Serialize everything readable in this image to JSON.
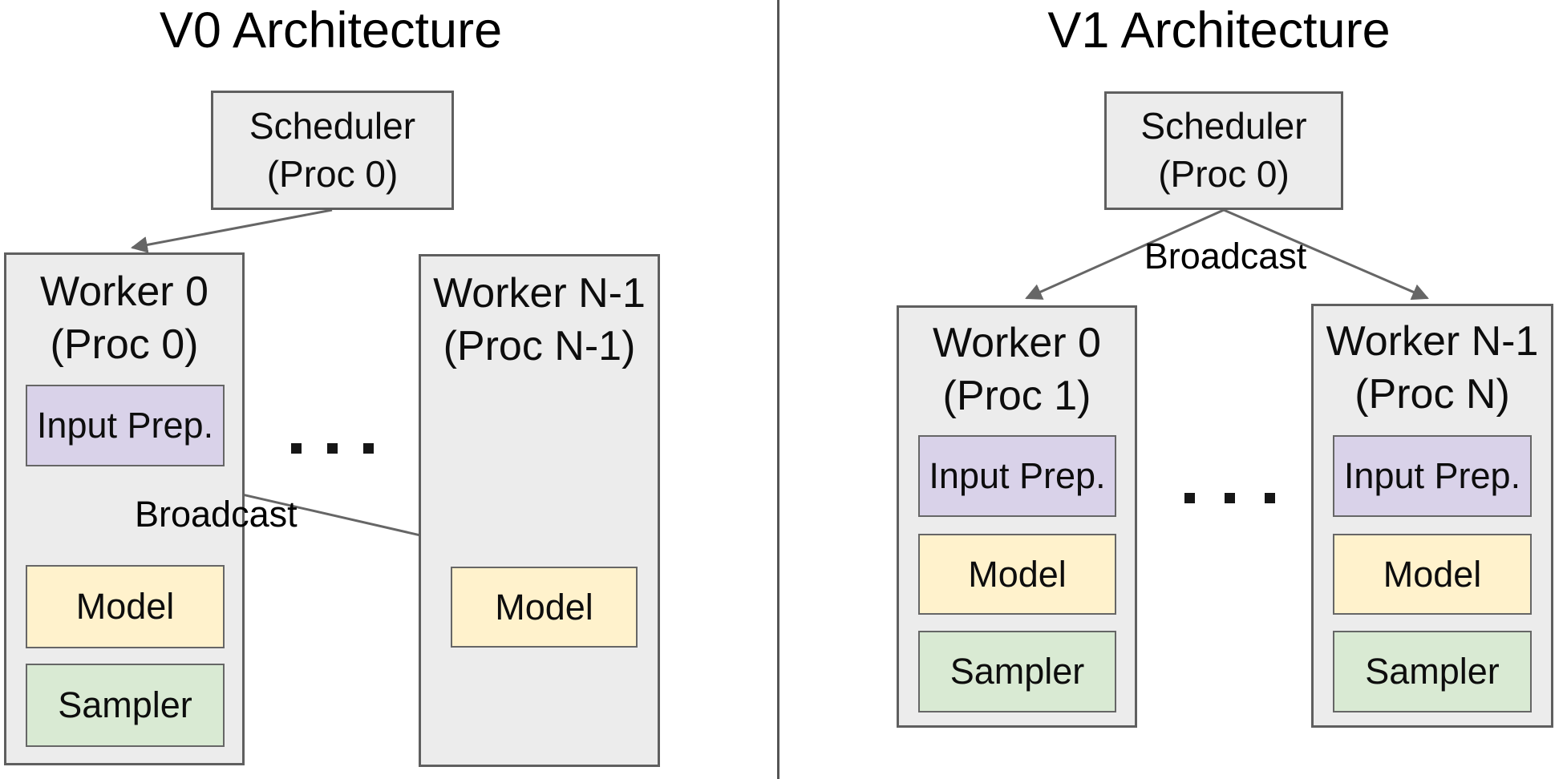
{
  "diagram": {
    "colors": {
      "background": "#ffffff",
      "box_fill": "#ececec",
      "box_border": "#5f5f5f",
      "input_prep_fill": "#d9d2e9",
      "model_fill": "#fff2cc",
      "sampler_fill": "#d9ead3",
      "arrow": "#666666",
      "divider": "#555555",
      "text": "#000000"
    },
    "v0": {
      "title": "V0 Architecture",
      "scheduler": {
        "line1": "Scheduler",
        "line2": "(Proc 0)"
      },
      "arrow_label": "Broadcast",
      "ellipsis": "...",
      "workers": [
        {
          "line1": "Worker 0",
          "line2": "(Proc 0)",
          "components": [
            {
              "id": "input-prep",
              "label": "Input Prep."
            },
            {
              "id": "model",
              "label": "Model"
            },
            {
              "id": "sampler",
              "label": "Sampler"
            }
          ]
        },
        {
          "line1": "Worker N-1",
          "line2": "(Proc N-1)",
          "components": [
            {
              "id": "model",
              "label": "Model"
            }
          ]
        }
      ]
    },
    "v1": {
      "title": "V1 Architecture",
      "scheduler": {
        "line1": "Scheduler",
        "line2": "(Proc 0)"
      },
      "arrow_label": "Broadcast",
      "ellipsis": "...",
      "workers": [
        {
          "line1": "Worker 0",
          "line2": "(Proc 1)",
          "components": [
            {
              "id": "input-prep",
              "label": "Input Prep."
            },
            {
              "id": "model",
              "label": "Model"
            },
            {
              "id": "sampler",
              "label": "Sampler"
            }
          ]
        },
        {
          "line1": "Worker N-1",
          "line2": "(Proc N)",
          "components": [
            {
              "id": "input-prep",
              "label": "Input Prep."
            },
            {
              "id": "model",
              "label": "Model"
            },
            {
              "id": "sampler",
              "label": "Sampler"
            }
          ]
        }
      ]
    }
  }
}
